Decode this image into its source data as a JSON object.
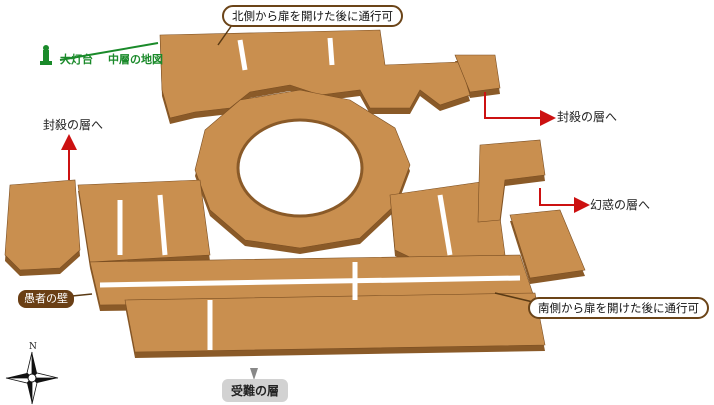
{
  "labels": {
    "lighthouse": "大灯台",
    "middle_floor_map": "中層の地図",
    "north_side_note": "北側から扉を開けた後に通行可",
    "seal_floor_left": "封殺の層へ",
    "seal_floor_right": "封殺の層へ",
    "illusion_floor": "幻惑の層へ",
    "fools_wall": "愚者の壁",
    "south_side_note": "南側から扉を開けた後に通行可",
    "suffering_floor": "受難の層",
    "compass_north": "N"
  },
  "colors": {
    "floor_top": "#c98f4f",
    "floor_side": "#8a5a28",
    "route_arrow": "#cc1111",
    "callout_border": "#6b4418",
    "lighthouse_green": "#1a8a2a"
  },
  "icons": {
    "lighthouse": "lighthouse-icon",
    "compass": "compass-rose-icon"
  }
}
